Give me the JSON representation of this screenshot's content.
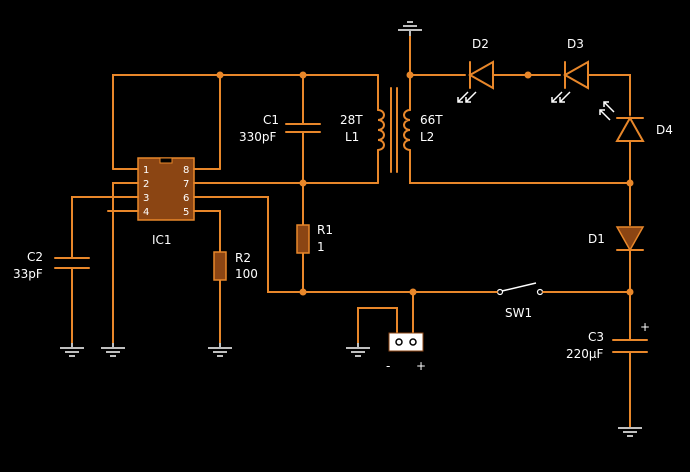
{
  "colors": {
    "background": "#000000",
    "wire": "#e8872a",
    "component": "#8b4513",
    "ground": "#bfbfbf",
    "text": "#ffffff"
  },
  "components": {
    "ic1": {
      "ref": "IC1",
      "pins_left": [
        "1",
        "2",
        "3",
        "4"
      ],
      "pins_right": [
        "8",
        "7",
        "6",
        "5"
      ]
    },
    "c1": {
      "ref": "C1",
      "value": "330pF"
    },
    "c2": {
      "ref": "C2",
      "value": "33pF"
    },
    "c3": {
      "ref": "C3",
      "value": "220µF",
      "polarity": "+"
    },
    "r1": {
      "ref": "R1",
      "value": "1"
    },
    "r2": {
      "ref": "R2",
      "value": "100"
    },
    "l1": {
      "ref": "L1",
      "turns": "28T"
    },
    "l2": {
      "ref": "L2",
      "turns": "66T"
    },
    "d1": {
      "ref": "D1"
    },
    "d2": {
      "ref": "D2"
    },
    "d3": {
      "ref": "D3"
    },
    "d4": {
      "ref": "D4"
    },
    "sw1": {
      "ref": "SW1"
    },
    "connector": {
      "minus": "-",
      "plus": "+"
    }
  }
}
